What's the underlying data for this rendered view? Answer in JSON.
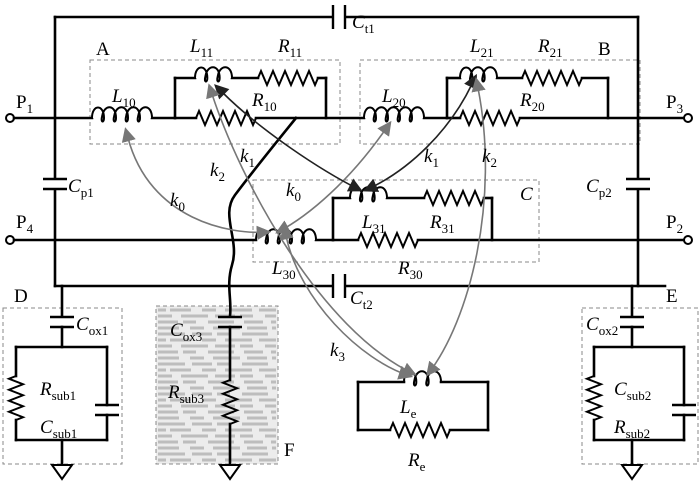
{
  "labels": {
    "block_a": "A",
    "block_b": "B",
    "block_c": "C",
    "block_d": "D",
    "block_e": "E",
    "block_f": "F",
    "p1": "P",
    "p1_sub": "1",
    "p2": "P",
    "p2_sub": "2",
    "p3": "P",
    "p3_sub": "3",
    "p4": "P",
    "p4_sub": "4",
    "ct1": "C",
    "ct1_sub": "t1",
    "ct2": "C",
    "ct2_sub": "t2",
    "cp1": "C",
    "cp1_sub": "p1",
    "cp2": "C",
    "cp2_sub": "p2",
    "l10": "L",
    "l10_sub": "10",
    "l11": "L",
    "l11_sub": "11",
    "r11": "R",
    "r11_sub": "11",
    "r10": "R",
    "r10_sub": "10",
    "l20": "L",
    "l20_sub": "20",
    "l21": "L",
    "l21_sub": "21",
    "r21": "R",
    "r21_sub": "21",
    "r20": "R",
    "r20_sub": "20",
    "l30": "L",
    "l30_sub": "30",
    "l31": "L",
    "l31_sub": "31",
    "r31": "R",
    "r31_sub": "31",
    "r30": "R",
    "r30_sub": "30",
    "k0_left": "k",
    "k0_left_sub": "0",
    "k0_mid": "k",
    "k0_mid_sub": "0",
    "k1_left": "k",
    "k1_left_sub": "1",
    "k1_right": "k",
    "k1_right_sub": "1",
    "k2_left": "k",
    "k2_left_sub": "2",
    "k2_right": "k",
    "k2_right_sub": "2",
    "k3": "k",
    "k3_sub": "3",
    "le": "L",
    "le_sub": "e",
    "re": "R",
    "re_sub": "e",
    "cox1": "C",
    "cox1_sub": "ox1",
    "rsub1": "R",
    "rsub1_sub": "sub1",
    "csub1": "C",
    "csub1_sub": "sub1",
    "cox2": "C",
    "cox2_sub": "ox2",
    "csub2": "C",
    "csub2_sub": "sub2",
    "rsub2": "R",
    "rsub2_sub": "sub2",
    "cox3": "C",
    "cox3_sub": "ox3",
    "rsub3": "R",
    "rsub3_sub": "sub3"
  }
}
